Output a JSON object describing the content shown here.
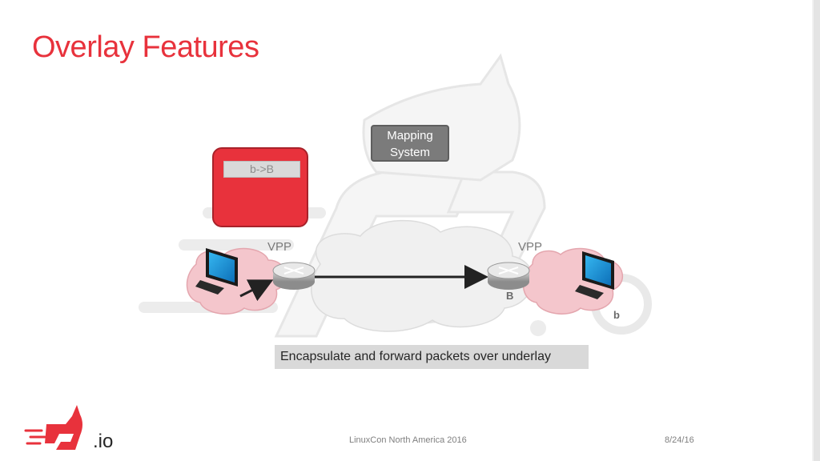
{
  "slide": {
    "title": "Overlay Features"
  },
  "diagram": {
    "mapping_system": "Mapping\nSystem",
    "map_cache_entry": "b->B",
    "left_router_label": "VPP",
    "right_router_label": "VPP",
    "right_router_rloc": "B",
    "remote_host_eid": "b",
    "caption": "Encapsulate and forward packets over underlay"
  },
  "footer": {
    "event": "LinuxCon North America 2016",
    "date": "8/24/16",
    "logo_suffix": ".io"
  },
  "colors": {
    "accent": "#e8323c",
    "cloud_site": "#f4c6cc",
    "cloud_underlay": "#f0f0f0",
    "mapping_box": "#7b7b7b"
  }
}
